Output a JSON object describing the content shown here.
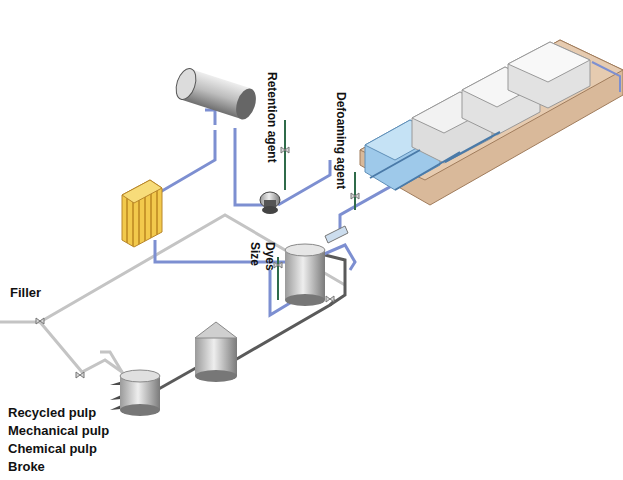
{
  "diagram": {
    "labels": [
      "Retention agent",
      "Defoaming agent",
      "Dyes",
      "Size",
      "Filler",
      "Recycled pulp",
      "Mechanical pulp",
      "Chemical pulp",
      "Broke"
    ]
  }
}
